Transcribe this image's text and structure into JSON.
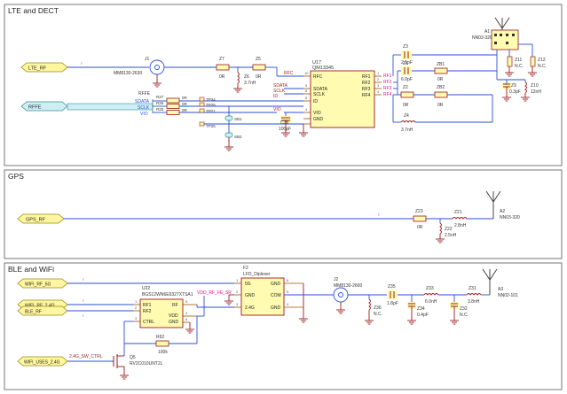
{
  "sections": {
    "lte": "LTE and DECT",
    "gps": "GPS",
    "ble": "BLE and WiFi"
  },
  "lte": {
    "port_lte_rf": "LTE_RF",
    "port_rffe": "RFFE",
    "j1": {
      "ref": "J1",
      "part": "MM8130-2630"
    },
    "z7": {
      "ref": "Z7",
      "value": "0R"
    },
    "z5": {
      "ref": "Z5",
      "value": "0R"
    },
    "z6": {
      "ref": "Z6",
      "value": "3.7nH"
    },
    "net_rfc": "RFC",
    "rffe_label": "RFFE",
    "rffe_lines": [
      "SDATA",
      "SCLK",
      "VIO"
    ],
    "r27": {
      "ref": "R27",
      "value": "0R"
    },
    "r26": {
      "ref": "R26",
      "value": "0R"
    },
    "r25": {
      "ref": "R25",
      "value": "0R"
    },
    "tp34": "TP34",
    "tp26": "TP26",
    "tp21": "TP21",
    "tp25": "TP25",
    "sb1": "SB1",
    "sb2": "SB2",
    "net_sdata": "SDATA",
    "net_sclk": "SCLK",
    "net_id": "ID",
    "net_vio": "VIO",
    "c38": {
      "ref": "C38",
      "value": "100pF"
    },
    "u17": {
      "ref": "U17",
      "part": "QM13345",
      "pins_left": [
        "RFC",
        "SDATA",
        "SCLK",
        "ID",
        "VIO",
        "GND"
      ],
      "pin_nums_left": [
        "10",
        "5",
        "6",
        "8",
        "4",
        "",
        ""
      ],
      "pins_right": [
        "RF1",
        "RF2",
        "RF3",
        "RF4"
      ],
      "pin_nums_right": [
        "1",
        "2",
        "3",
        "4"
      ]
    },
    "rf_nets": [
      "RF1",
      "RF2",
      "RF3",
      "RF4"
    ],
    "z3": {
      "ref": "Z3",
      "value": "2.1pF"
    },
    "z1": {
      "ref": "Z1",
      "value": "6.0pF"
    },
    "zb1": {
      "ref": "ZB1",
      "value": "0R"
    },
    "z2": {
      "ref": "Z2",
      "value": "0R"
    },
    "zb2": {
      "ref": "ZB2",
      "value": "0R"
    },
    "z4": {
      "ref": "Z4",
      "value": "3.7nH"
    },
    "a1": {
      "ref": "A1",
      "part": "NN03-320"
    },
    "z11": {
      "ref": "Z11",
      "value": "N.C."
    },
    "z12": {
      "ref": "Z12",
      "value": "N.C."
    },
    "z9": {
      "ref": "Z9",
      "value": "0.3pF"
    },
    "z10": {
      "ref": "Z10",
      "value": "12nH"
    }
  },
  "gps": {
    "port_gps_rf": "GPS_RF",
    "z23": {
      "ref": "Z23",
      "value": "0R"
    },
    "z21": {
      "ref": "Z21",
      "value": "2.8nH"
    },
    "z22": {
      "ref": "Z22",
      "value": "2.5nH"
    },
    "a2": {
      "ref": "A2",
      "part": "NN03-320"
    }
  },
  "ble": {
    "port_wifi_5g": "WIFI_RF_5G",
    "port_wifi_24g": "WIFI_RF_2.4G",
    "port_ble_rf": "BLE_RF",
    "port_wifi_uses": "WIFI_USES_2.4G",
    "net_ctrl": "2.4G_SW_CTRL",
    "net_vdd": "VDD_RF_FE_SR",
    "u22": {
      "ref": "U22",
      "part": "BGS12WN6E6327XTSA1",
      "pins_left": [
        "RF1",
        "RF2",
        "CTRL"
      ],
      "pins_right": [
        "RF",
        "VDD",
        "GND"
      ],
      "pin_nums": [
        "1",
        "2",
        "3",
        "4",
        "5",
        "6"
      ]
    },
    "r62": {
      "ref": "R62",
      "value": "100k"
    },
    "q5": {
      "ref": "Q5",
      "part": "RV2C010UNT2L"
    },
    "f2": {
      "ref": "F2",
      "part": "LFD_Diplexer",
      "pins_left": [
        "5G",
        "GND",
        "2.4G"
      ],
      "pins_right": [
        "GND",
        "COM",
        "GND"
      ],
      "pin_nums": [
        "1",
        "2",
        "3",
        "4",
        "5",
        "6"
      ]
    },
    "j2": {
      "ref": "J2",
      "part": "MM8130-2600"
    },
    "z36": {
      "ref": "Z36",
      "value": "N.C."
    },
    "z35": {
      "ref": "Z35",
      "value": "1.8pF"
    },
    "z34": {
      "ref": "Z34",
      "value": "0.4pF"
    },
    "z33": {
      "ref": "Z33",
      "value": "6.0nH"
    },
    "z32": {
      "ref": "Z32",
      "value": "N.C."
    },
    "z31": {
      "ref": "Z31",
      "value": "3.8nH"
    },
    "a3": {
      "ref": "A3",
      "part": "NN02-101"
    }
  },
  "colors": {
    "wire": "#2b4fd8",
    "part": "#9a1a1a",
    "pin": "#a05000",
    "box_fill": "#fffbb0",
    "port_fill": "#fff6a0",
    "port_cyan": "#cdeff2",
    "accent": "#e0148c",
    "frame": "#555555"
  }
}
